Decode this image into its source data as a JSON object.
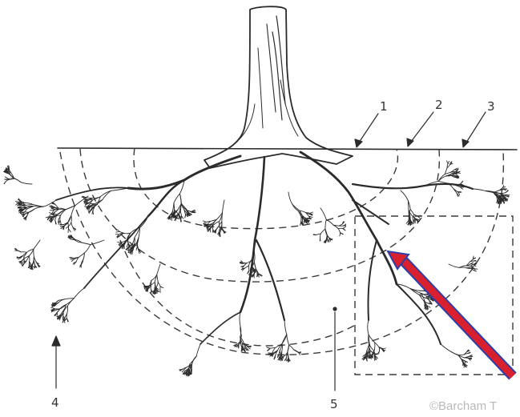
{
  "labels": {
    "zone_1": "1",
    "zone_2": "2",
    "zone_3": "3",
    "zone_4": "4",
    "zone_5": "5"
  },
  "watermark": "©Barcham T",
  "colors": {
    "ink": "#2b2b2b",
    "arrow": "#d8202f",
    "arrow_edge": "#2c3fa8",
    "watermark": "#b9b9b9"
  }
}
